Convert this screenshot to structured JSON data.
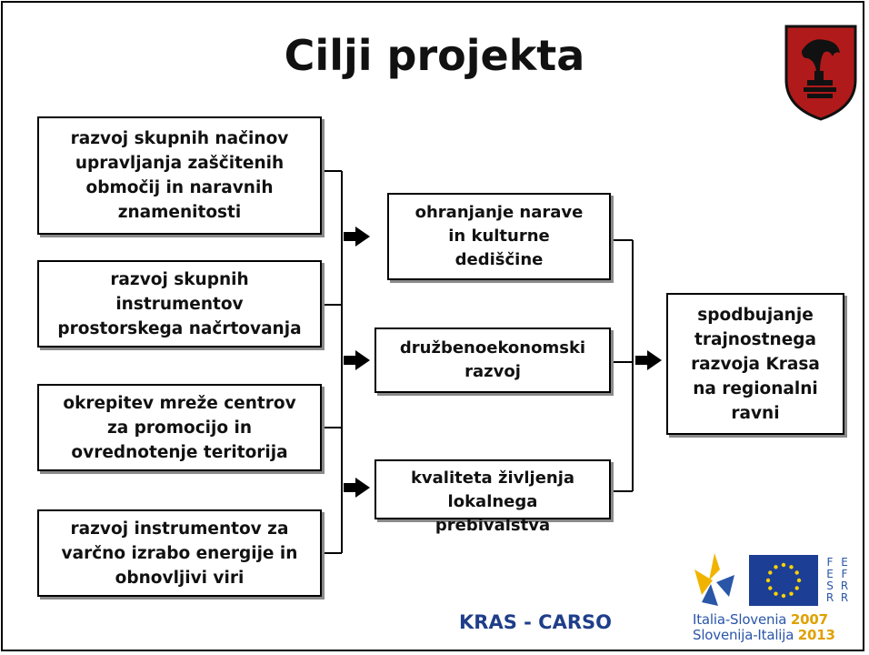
{
  "title": "Cilji projekta",
  "sources": [
    "razvoj skupnih načinov\nupravljanja zaščitenih\nobmočij in naravnih\nznamenitosti",
    "razvoj skupnih\ninstrumentov\nprostorskega načrtovanja",
    "okrepitev mreže centrov\nza promocijo in\novrednotenje teritorija",
    "razvoj instrumentov za\nvarčno izrabo energije in\nobnovljivi viri"
  ],
  "middle": [
    "ohranjanje narave\nin kulturne\ndediščine",
    "družbenoekonomski\nrazvoj",
    "kvaliteta življenja\nlokalnega\nprebivalstva"
  ],
  "goal": "spodbujanje\ntrajnostnega\nrazvoja Krasa\nna regionalni\nravni",
  "footer": "KRAS - CARSO",
  "logo": {
    "line1": "Italia-Slovenia",
    "year1": "2007",
    "line2": "Slovenija-Italija",
    "year2": "2013",
    "fesr": "FESR",
    "esrr": "EFRR"
  },
  "colors": {
    "footer_text": "#1f3e8a",
    "eu_flag": "#1c3f95",
    "eu_stars": "#ffd200",
    "logo_yellow": "#f0b400",
    "logo_blue": "#2a56a8",
    "crest_red": "#b11a1a"
  },
  "icons": [
    "coat-of-arms-icon",
    "eu-flag-icon",
    "interreg-star-icon",
    "arrow-right-icon"
  ]
}
